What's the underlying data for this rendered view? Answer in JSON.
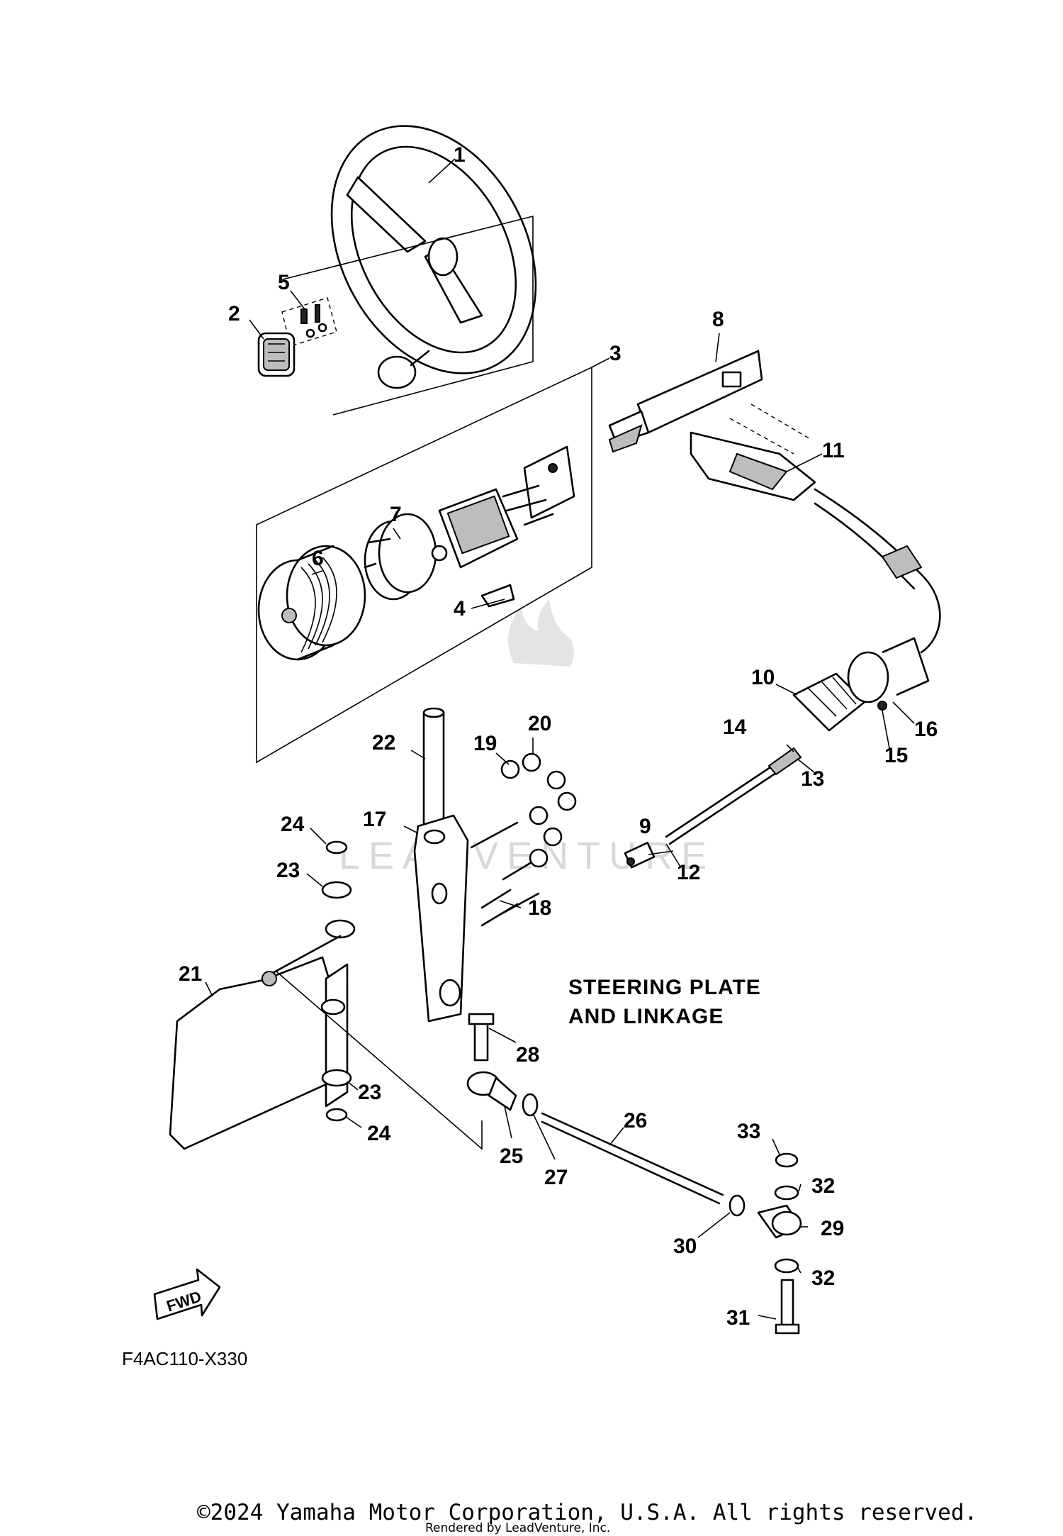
{
  "diagram": {
    "title_line1": "STEERING PLATE",
    "title_line2": "AND LINKAGE",
    "drawing_code": "F4AC110-X330",
    "fwd_label": "FWD",
    "watermark": "LEADVENTURE"
  },
  "footer": {
    "copyright": "©2024 Yamaha Motor Corporation, U.S.A. All rights reserved.",
    "rendered_by": "Rendered by LeadVenture, Inc."
  },
  "callouts": [
    {
      "num": "1"
    },
    {
      "num": "2"
    },
    {
      "num": "3"
    },
    {
      "num": "4"
    },
    {
      "num": "5"
    },
    {
      "num": "6"
    },
    {
      "num": "7"
    },
    {
      "num": "8"
    },
    {
      "num": "9"
    },
    {
      "num": "10"
    },
    {
      "num": "11"
    },
    {
      "num": "12"
    },
    {
      "num": "13"
    },
    {
      "num": "14"
    },
    {
      "num": "15"
    },
    {
      "num": "16"
    },
    {
      "num": "17"
    },
    {
      "num": "18"
    },
    {
      "num": "19"
    },
    {
      "num": "20"
    },
    {
      "num": "21"
    },
    {
      "num": "22"
    },
    {
      "num": "23"
    },
    {
      "num": "23"
    },
    {
      "num": "24"
    },
    {
      "num": "24"
    },
    {
      "num": "25"
    },
    {
      "num": "26"
    },
    {
      "num": "27"
    },
    {
      "num": "28"
    },
    {
      "num": "29"
    },
    {
      "num": "30"
    },
    {
      "num": "31"
    },
    {
      "num": "32"
    },
    {
      "num": "32"
    },
    {
      "num": "33"
    }
  ]
}
